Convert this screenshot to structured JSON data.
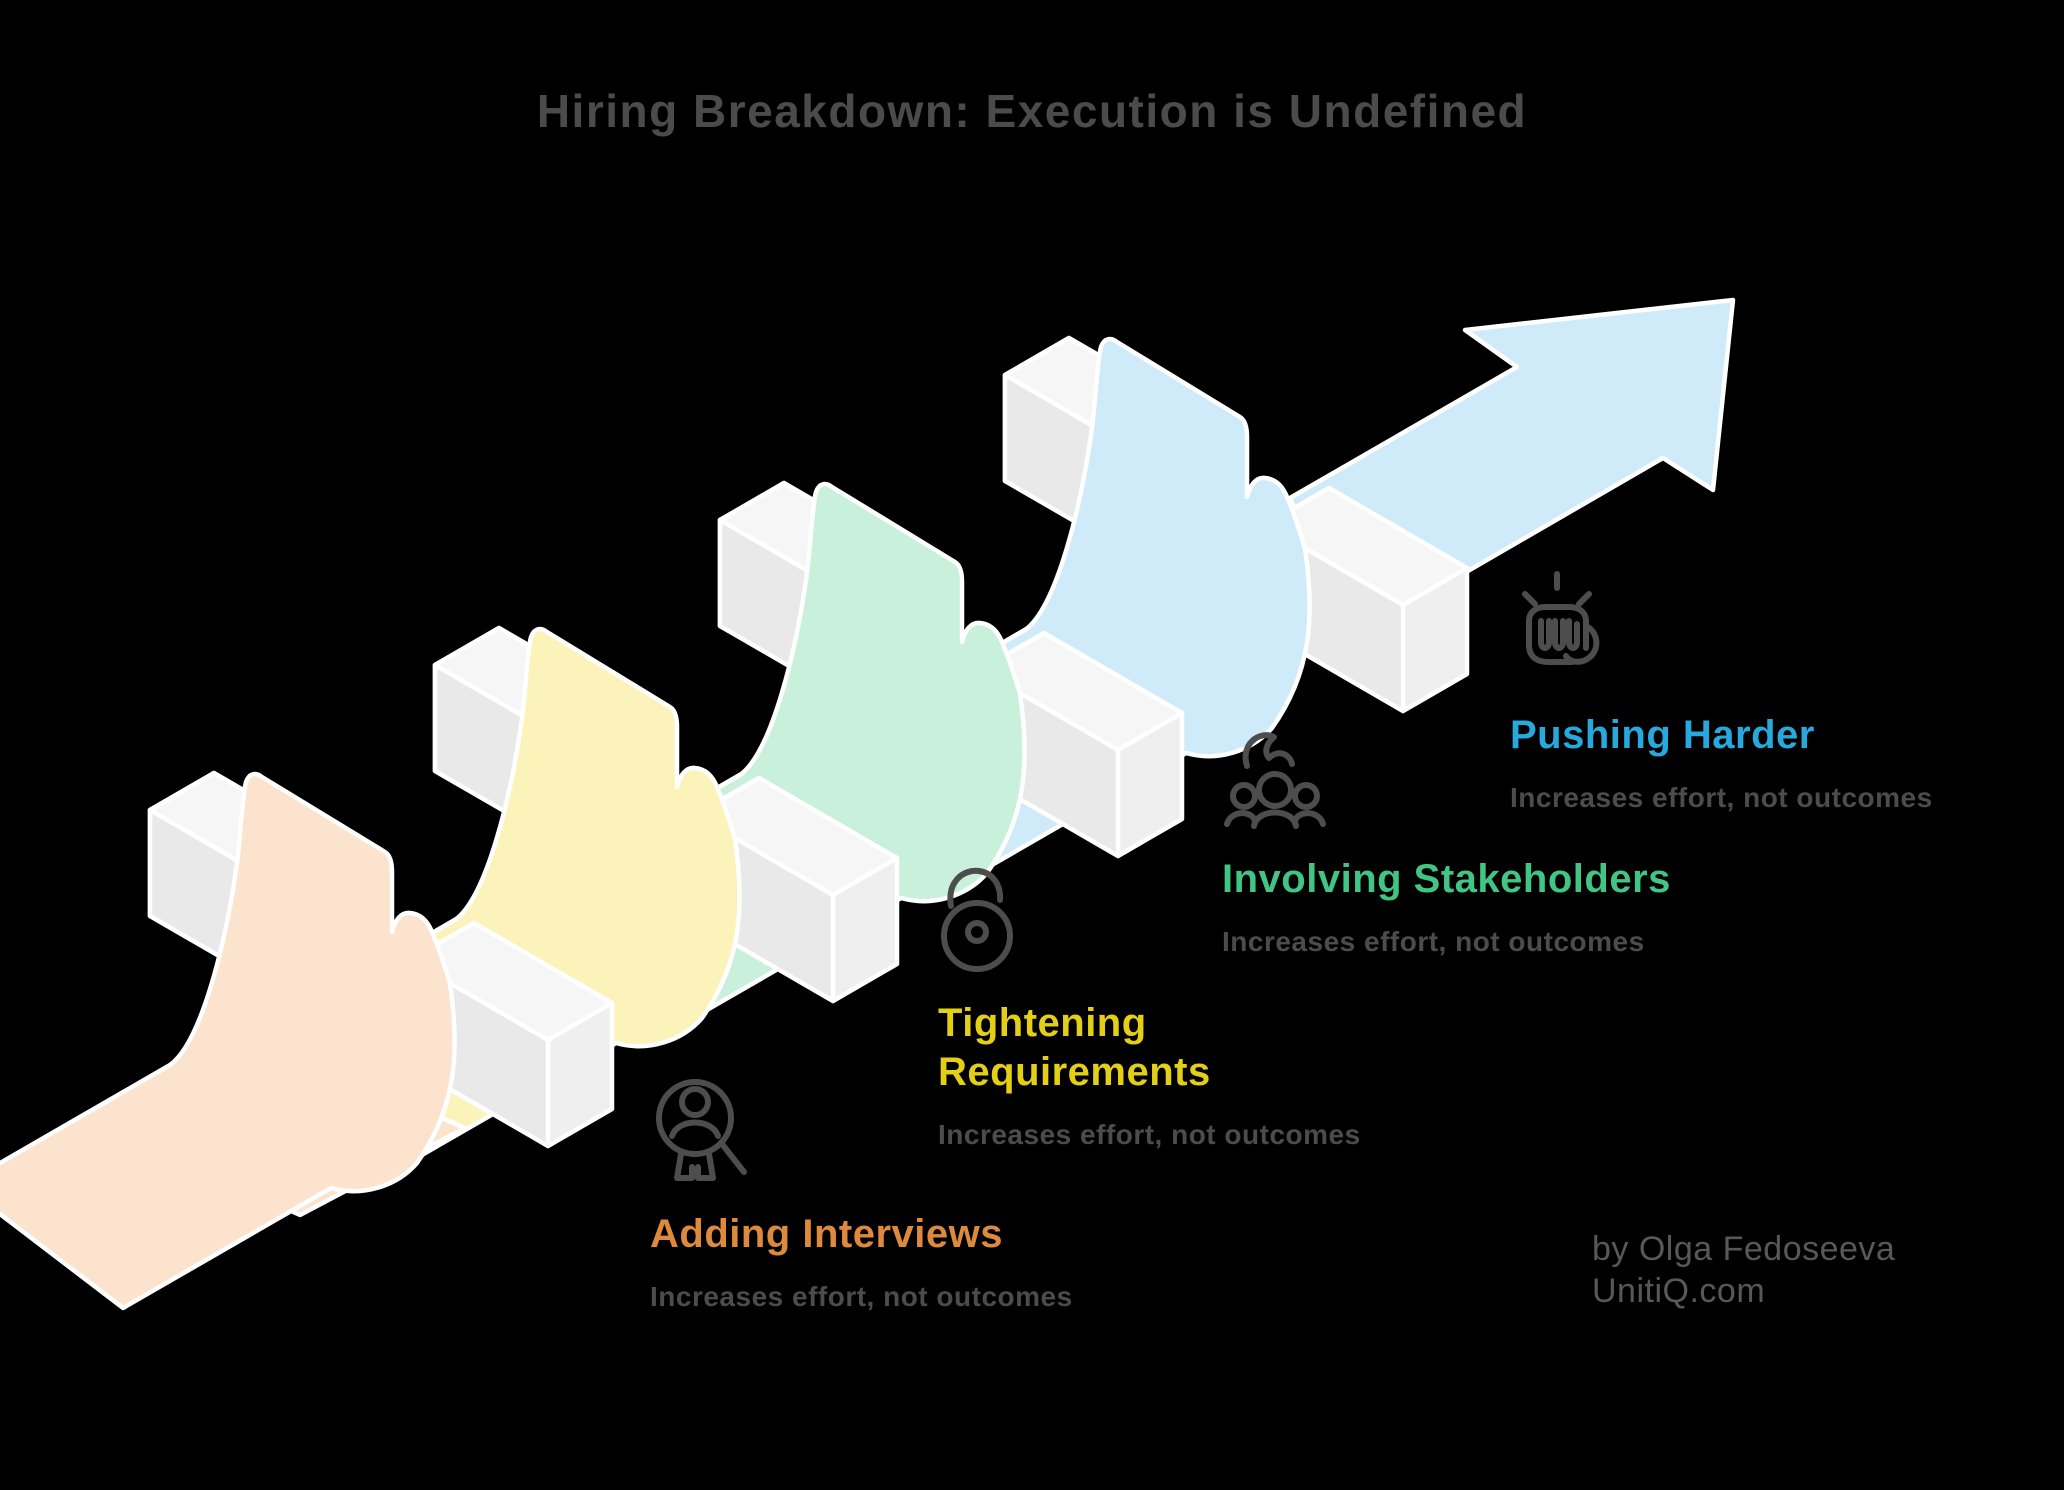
{
  "header": {
    "title": "Hiring Breakdown: Execution is Undefined",
    "title_color": "#4b4b4b"
  },
  "steps": [
    {
      "label": "Adding Interviews",
      "sublabel": "Increases effort, not outcomes",
      "accent": "#dd8a3d",
      "ribbon": "#fbe3cd",
      "icon": "candidate-search-icon"
    },
    {
      "label": "Tightening Requirements",
      "sublabel": "Increases effort, not outcomes",
      "accent": "#e3cf15",
      "ribbon": "#fcf3bb",
      "icon": "open-lock-icon"
    },
    {
      "label": "Involving Stakeholders",
      "sublabel": "Increases effort, not outcomes",
      "accent": "#41c584",
      "ribbon": "#c9f0da",
      "icon": "stakeholders-icon"
    },
    {
      "label": "Pushing Harder",
      "sublabel": "Increases effort, not outcomes",
      "accent": "#27a9de",
      "ribbon": "#cfeaf9",
      "icon": "fist-icon"
    }
  ],
  "illustration": {
    "background": "#000000",
    "outline": "#ffffff",
    "bar_top": "#f6f6f6",
    "bar_front": "#e9e9e9",
    "bar_cap": "#efefef",
    "arrow": "#cfeaf9"
  },
  "attribution": {
    "line1": "by Olga Fedoseeva",
    "line2": "UnitiQ.com"
  }
}
